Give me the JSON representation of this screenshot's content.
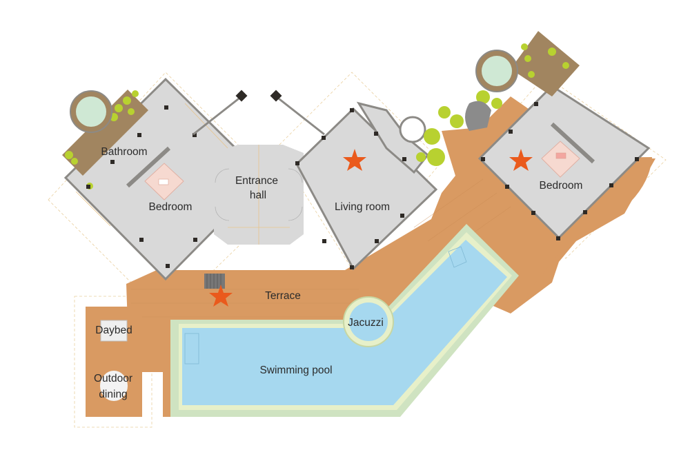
{
  "rooms": {
    "bathroom": "Bathroom",
    "bedroom_left": "Bedroom",
    "entrance_hall_line1": "Entrance",
    "entrance_hall_line2": "hall",
    "living_room": "Living room",
    "bedroom_right": "Bedroom",
    "terrace": "Terrace",
    "jacuzzi": "Jacuzzi",
    "swimming_pool": "Swimming pool",
    "daybed": "Daybed",
    "outdoor_dining_line1": "Outdoor",
    "outdoor_dining_line2": "dining"
  },
  "markers": {
    "icon": "star-icon",
    "count": 3,
    "color": "#ea5a1c"
  },
  "colors": {
    "interior_floor": "#d9d9d9",
    "wood_deck": "#d99a62",
    "pool_water": "#a6d8ef",
    "pool_edge": "#cfe3c1",
    "wall": "#8c8a86",
    "plant": "#b8d130",
    "bed_rug": "#f6d9d0"
  }
}
